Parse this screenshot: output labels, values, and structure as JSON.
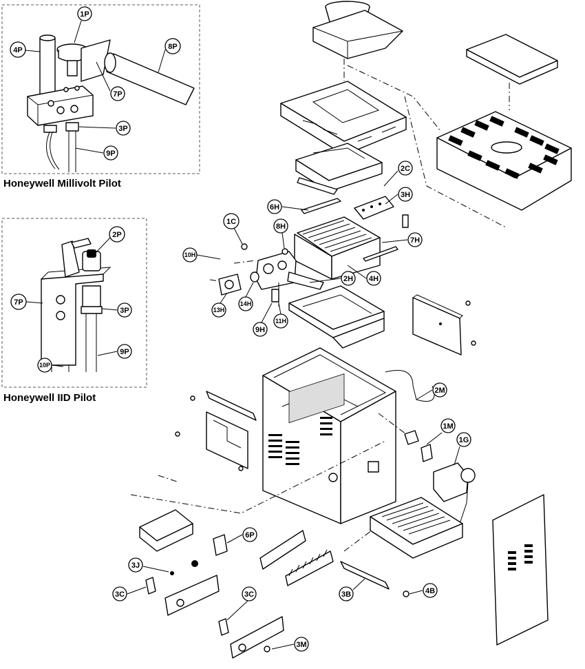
{
  "captions": {
    "millivolt": "Honeywell Millivolt Pilot",
    "iid": "Honeywell IID Pilot"
  },
  "callouts": [
    {
      "id": "1p",
      "text": "1P"
    },
    {
      "id": "4p",
      "text": "4P"
    },
    {
      "id": "8p",
      "text": "8P"
    },
    {
      "id": "7p-a",
      "text": "7P"
    },
    {
      "id": "3p-a",
      "text": "3P"
    },
    {
      "id": "9p-a",
      "text": "9P"
    },
    {
      "id": "2p",
      "text": "2P"
    },
    {
      "id": "7p-b",
      "text": "7P"
    },
    {
      "id": "3p-b",
      "text": "3P"
    },
    {
      "id": "9p-b",
      "text": "9P"
    },
    {
      "id": "10p",
      "text": "10P"
    },
    {
      "id": "2c",
      "text": "2C"
    },
    {
      "id": "3h",
      "text": "3H"
    },
    {
      "id": "6h",
      "text": "6H"
    },
    {
      "id": "1c",
      "text": "1C"
    },
    {
      "id": "8h",
      "text": "8H"
    },
    {
      "id": "7h",
      "text": "7H"
    },
    {
      "id": "10h",
      "text": "10H"
    },
    {
      "id": "2h",
      "text": "2H"
    },
    {
      "id": "4h",
      "text": "4H"
    },
    {
      "id": "13h",
      "text": "13H"
    },
    {
      "id": "14h",
      "text": "14H"
    },
    {
      "id": "9h",
      "text": "9H"
    },
    {
      "id": "11h",
      "text": "11H"
    },
    {
      "id": "2m",
      "text": "2M"
    },
    {
      "id": "1m",
      "text": "1M"
    },
    {
      "id": "1g",
      "text": "1G"
    },
    {
      "id": "6p",
      "text": "6P"
    },
    {
      "id": "3j",
      "text": "3J"
    },
    {
      "id": "3c-a",
      "text": "3C"
    },
    {
      "id": "3c-b",
      "text": "3C"
    },
    {
      "id": "3b",
      "text": "3B"
    },
    {
      "id": "4b",
      "text": "4B"
    },
    {
      "id": "3m",
      "text": "3M"
    }
  ]
}
